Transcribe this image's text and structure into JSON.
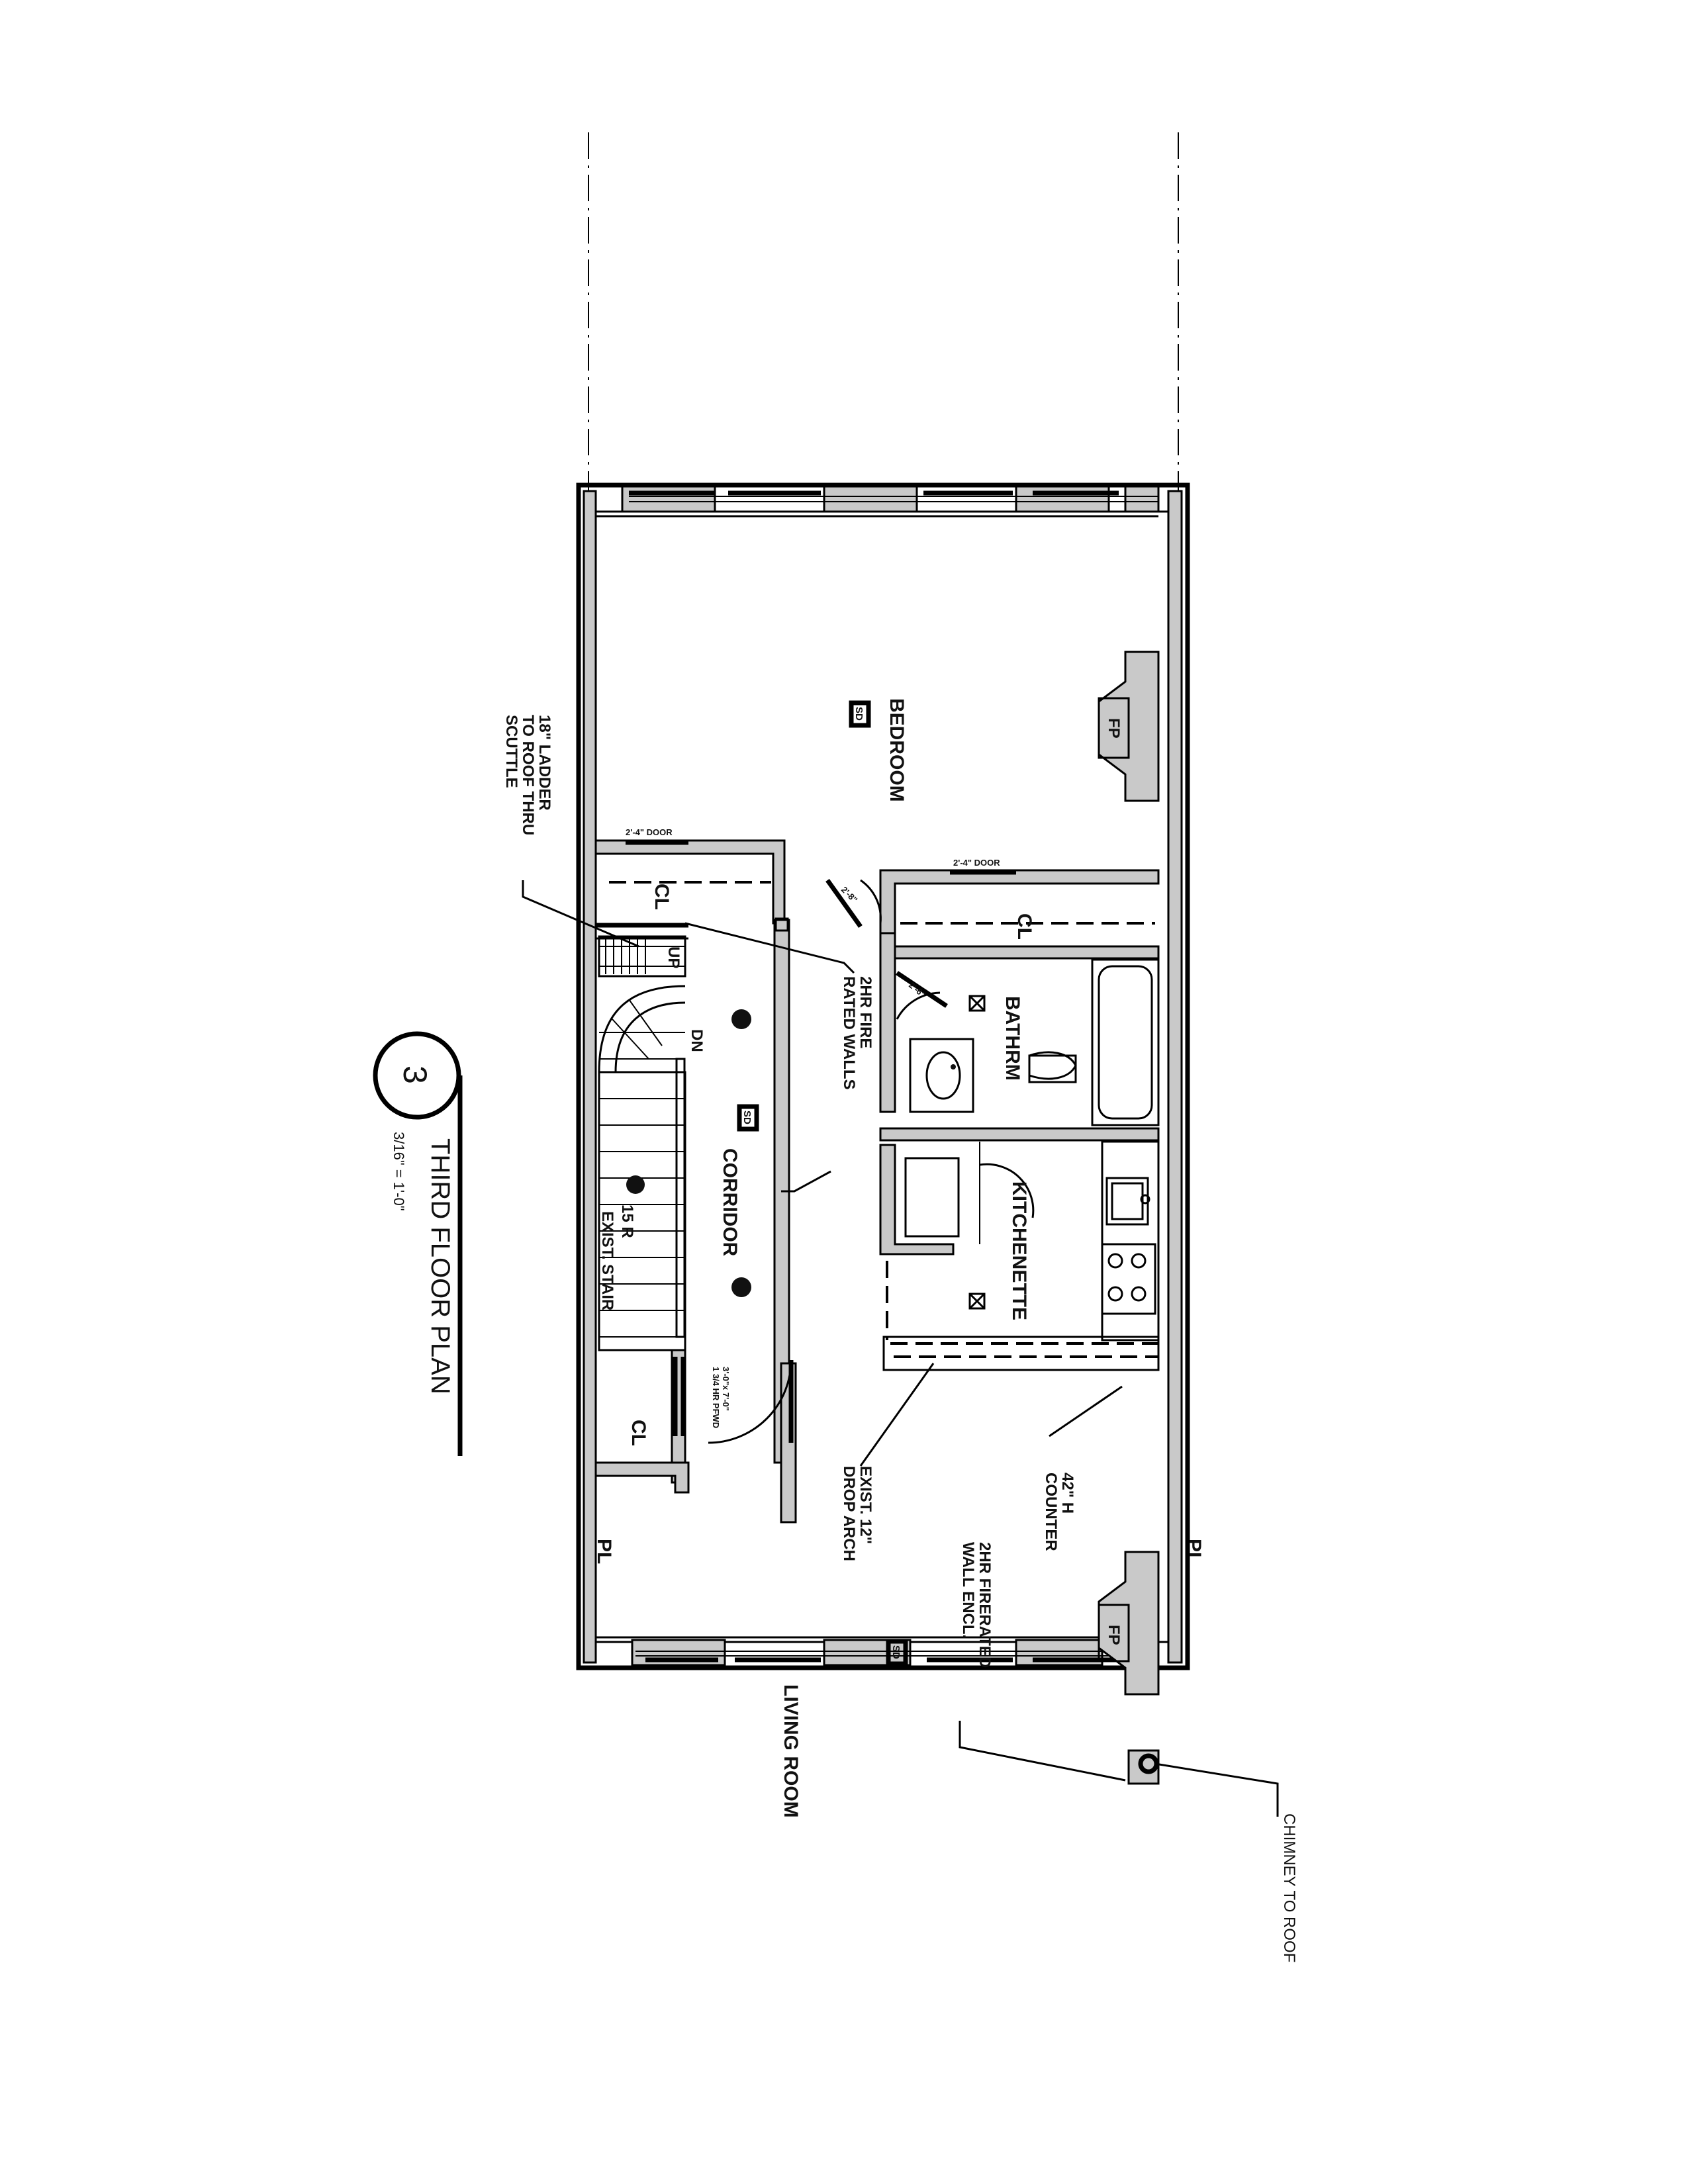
{
  "sheet": {
    "title": "THIRD FLOOR PLAN",
    "scale": "3/16\" = 1'-0\"",
    "drawing_number": "3"
  },
  "property_lines": [
    {
      "label": "PL"
    },
    {
      "label": "PL"
    }
  ],
  "rooms": {
    "bedroom": "BEDROOM",
    "bathroom": "BATHRM",
    "kitchenette": "KITCHENETTE",
    "corridor": "CORRIDOR",
    "living_room": "LIVING ROOM",
    "closet_left_top": "CL",
    "closet_right": "CL",
    "closet_left_bottom": "CL"
  },
  "fixtures": {
    "fireplace_top": "FP",
    "fireplace_bottom": "FP",
    "smoke_detector": "SD",
    "stair_up": "UP",
    "stair_down": "DN",
    "existing_stair": "EXIST. STAIR",
    "stair_risers": "15 R"
  },
  "notes": {
    "ladder": [
      "18\" LADDER",
      "TO ROOF THRU",
      "SCUTTLE"
    ],
    "fire_walls": [
      "2HR FIRE",
      "RATED WALLS"
    ],
    "door_spec": [
      "3'-0\"x 7'-0\"",
      "1 3/4 HR PFWD"
    ],
    "drop_arch": [
      "EXIST. 12\"",
      "DROP ARCH"
    ],
    "counter": [
      "42\" H",
      "COUNTER"
    ],
    "wall_encl": [
      "2HR FIRERATED",
      "WALL ENCL."
    ],
    "chimney": "CHIMNEY  TO  ROOF",
    "closet_door_top": "2'-4\" DOOR",
    "closet_door_right": "2'-4\" DOOR",
    "bedroom_door": "2'-8\"",
    "bath_door": "2'-6\""
  }
}
